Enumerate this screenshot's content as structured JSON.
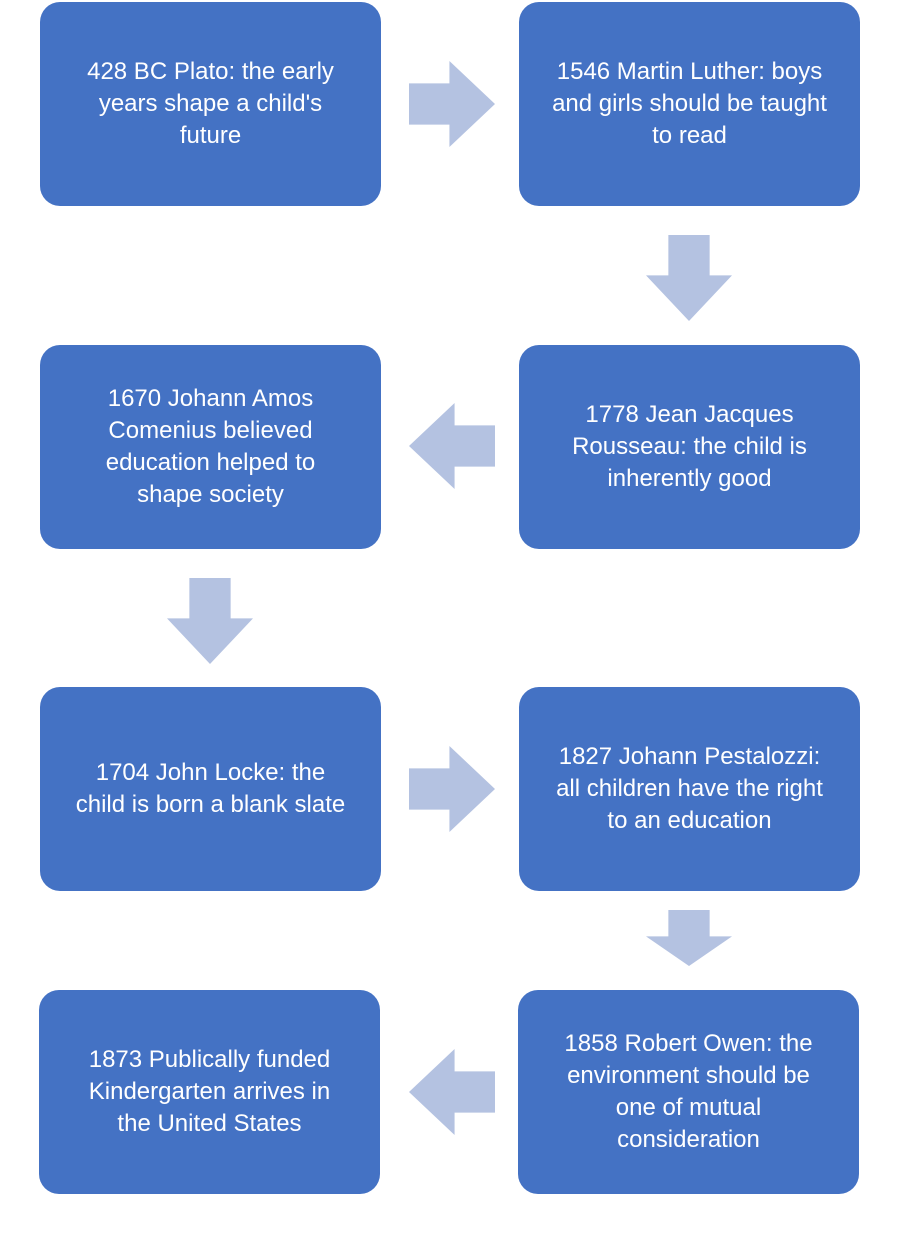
{
  "colors": {
    "box": "#4472c4",
    "arrow": "#b4c2e1",
    "text": "#ffffff"
  },
  "boxes": [
    {
      "text": "428 BC Plato:  the early\nyears shape a child's\nfuture"
    },
    {
      "text": "1546 Martin Luther:  boys\nand girls should be taught\nto read"
    },
    {
      "text": "1778 Jean Jacques\nRousseau:  the child is\ninherently good"
    },
    {
      "text": "1670 Johann Amos\nComenius believed\neducation helped to\nshape society"
    },
    {
      "text": "1704 John Locke:  the\nchild is born a blank slate"
    },
    {
      "text": "1827 Johann Pestalozzi:\nall children have the right\nto an education"
    },
    {
      "text": "1858 Robert Owen:  the\nenvironment should be\none of mutual\nconsideration"
    },
    {
      "text": "1873 Publically funded\nKindergarten arrives in\nthe United States"
    }
  ],
  "arrows": [
    {
      "direction": "right",
      "icon": "arrow-right-icon"
    },
    {
      "direction": "down",
      "icon": "arrow-down-icon"
    },
    {
      "direction": "left",
      "icon": "arrow-left-icon"
    },
    {
      "direction": "down",
      "icon": "arrow-down-icon"
    },
    {
      "direction": "right",
      "icon": "arrow-right-icon"
    },
    {
      "direction": "down",
      "icon": "arrow-down-icon"
    },
    {
      "direction": "left",
      "icon": "arrow-left-icon"
    }
  ]
}
